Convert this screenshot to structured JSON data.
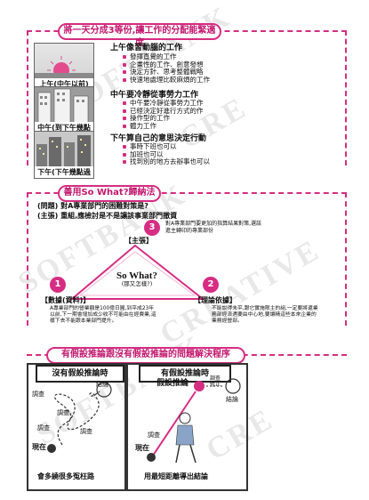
{
  "watermark": "SOFTBANK CREATIVE",
  "section1": {
    "title": "將一天分成3等份,讓工作的分配能緊適度",
    "pictures": [
      {
        "caption": "上午(中午以前)"
      },
      {
        "caption": "中午(到下午幾點前)"
      },
      {
        "caption": "下午(下午幾點過後)"
      }
    ],
    "blocks": [
      {
        "heading": "上午像習動腦的工作",
        "items": [
          "發揮直覺的工作",
          "企畫性的工作、創意發想",
          "決定方針、思考整體戰略",
          "快速地處理比較麻煩的工作"
        ]
      },
      {
        "heading": "中午要冷靜從事勞力工作",
        "items": [
          "中午要冷靜從事勞力工作",
          "已經決定好進行方式的作",
          "操作型的工作",
          "體力工作"
        ]
      },
      {
        "heading": "下午算自己的意思決定行動",
        "items": [
          "事時下班也可以",
          "加班也可以",
          "找到別的地方去辦事也可以"
        ]
      }
    ]
  },
  "section2": {
    "title": "善用So What?歸納法",
    "q1": "(問題) 對A專業部門的困難對策是?",
    "q2": "(主張) 重組,應檢討是不是讓該事業部門撤資",
    "top_label": "【主張】",
    "top_text": "對A專業部門要更加的指算結果對策,選該進主轉印的專業部份",
    "center_big": "So What?",
    "center_small": "(那又怎樣?)",
    "left_label": "【數據(資料)】",
    "left_text": "A專業部門的營業額是100億日圓,到平成23年以前,下一期會增加成少收不可能由在經費業,這樣下去不能跟本業部門提升。",
    "right_label": "【理論依據】",
    "right_text": "不能說得未平,跟它實施限主的組,一定要將還業務部經濟遇要由中心地,要讓精這些本來企業的業務經營部。",
    "n1": "1",
    "n2": "2",
    "n3": "3"
  },
  "section3": {
    "title": "有假設推論跟沒有假設推論的問題解決程序",
    "left_header": "沒有假設推論時",
    "right_header": "有假設推論時",
    "left_goal": "結論",
    "left_now": "現在",
    "left_survey": [
      "調查",
      "調查",
      "調查",
      "調查"
    ],
    "left_caption": "會多繞很多冤枉路",
    "right_hypo": "假設推論",
    "right_adjust": "調查修正",
    "right_goal": "結論",
    "right_now": "現在",
    "right_survey": "調查",
    "right_caption": "用最短距離導出結論"
  },
  "colors": {
    "accent": "#d62d82",
    "border": "#333333"
  }
}
